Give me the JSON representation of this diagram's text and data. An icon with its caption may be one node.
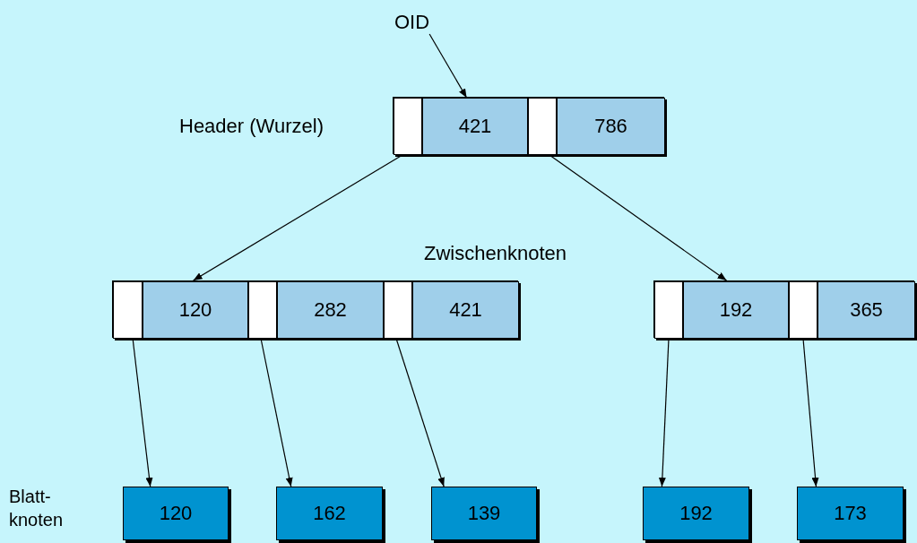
{
  "diagram": {
    "nodes": [
      {
        "text": [
          "OID"
        ]
      },
      {
        "text": [],
        "shape": "box",
        "beside": [
          "Header (Wurzel)"
        ]
      },
      {
        "text": [],
        "shape": "box",
        "in": 1
      },
      {
        "text": [
          "421"
        ],
        "in": 1
      },
      {
        "text": [],
        "shape": "box",
        "in": 1
      },
      {
        "text": [
          "786"
        ],
        "in": 1
      },
      {
        "text": [],
        "shape": "box"
      },
      {
        "text": [],
        "shape": "box",
        "in": 6
      },
      {
        "text": [
          "120"
        ],
        "in": 6
      },
      {
        "text": [],
        "shape": "box",
        "in": 6
      },
      {
        "text": [
          "282"
        ],
        "in": 6
      },
      {
        "text": [],
        "shape": "box",
        "in": 6
      },
      {
        "text": [
          "421"
        ],
        "in": 6
      },
      {
        "text": [],
        "shape": "box"
      },
      {
        "text": [],
        "shape": "box",
        "in": 13
      },
      {
        "text": [
          "192"
        ],
        "in": 13
      },
      {
        "text": [],
        "shape": "box",
        "in": 13
      },
      {
        "text": [
          "365"
        ],
        "in": 13
      },
      {
        "text": [
          "120"
        ]
      },
      {
        "text": [
          "162"
        ]
      },
      {
        "text": [
          "139"
        ]
      },
      {
        "text": [
          "192"
        ]
      },
      {
        "text": [
          "173"
        ]
      }
    ],
    "edges": [
      {
        "from": 0,
        "to": 3,
        "arrow": "to"
      },
      {
        "from": 2,
        "to": 6,
        "arrow": "to"
      },
      {
        "from": 4,
        "to": 13,
        "arrow": "to"
      },
      {
        "from": 7,
        "to": 18,
        "arrow": "to"
      },
      {
        "from": 9,
        "to": 19,
        "arrow": "to"
      },
      {
        "from": 11,
        "to": 20,
        "arrow": "to"
      },
      {
        "from": 14,
        "to": 21,
        "arrow": "to"
      },
      {
        "from": 16,
        "to": 22,
        "arrow": "to"
      }
    ],
    "labels": [
      "Zwischenknoten",
      "Blatt- knoten"
    ]
  }
}
